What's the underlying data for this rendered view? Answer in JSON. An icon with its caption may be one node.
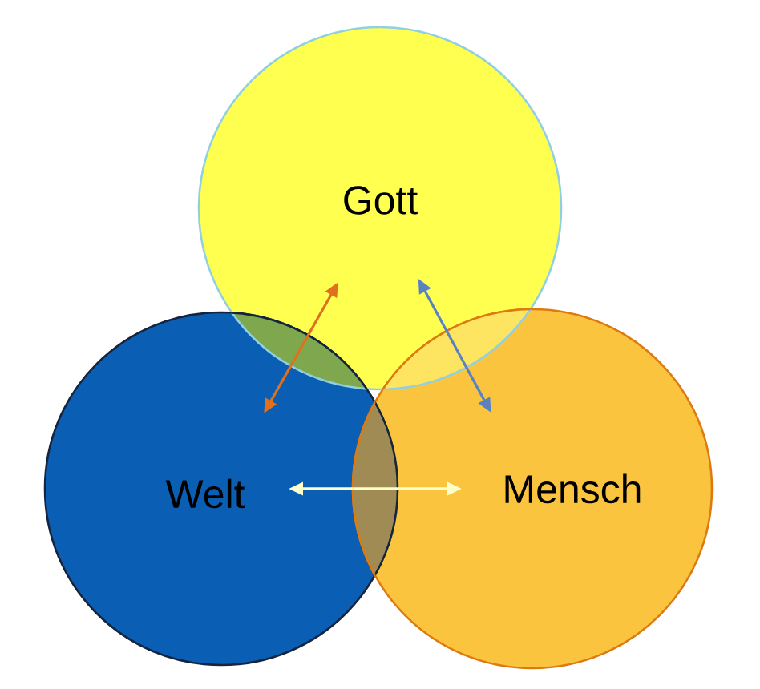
{
  "diagram": {
    "nodes": [
      {
        "text": [
          "Gott"
        ]
      },
      {
        "text": [
          "Welt"
        ]
      },
      {
        "text": [
          "Mensch"
        ]
      }
    ],
    "edges": [
      {
        "from": 0,
        "to": 1,
        "arrow": "both",
        "color": "#e07020"
      },
      {
        "from": 0,
        "to": 2,
        "arrow": "both",
        "color": "#5b82c0"
      },
      {
        "from": 1,
        "to": 2,
        "arrow": "both",
        "color": "#ffffc8"
      }
    ]
  }
}
